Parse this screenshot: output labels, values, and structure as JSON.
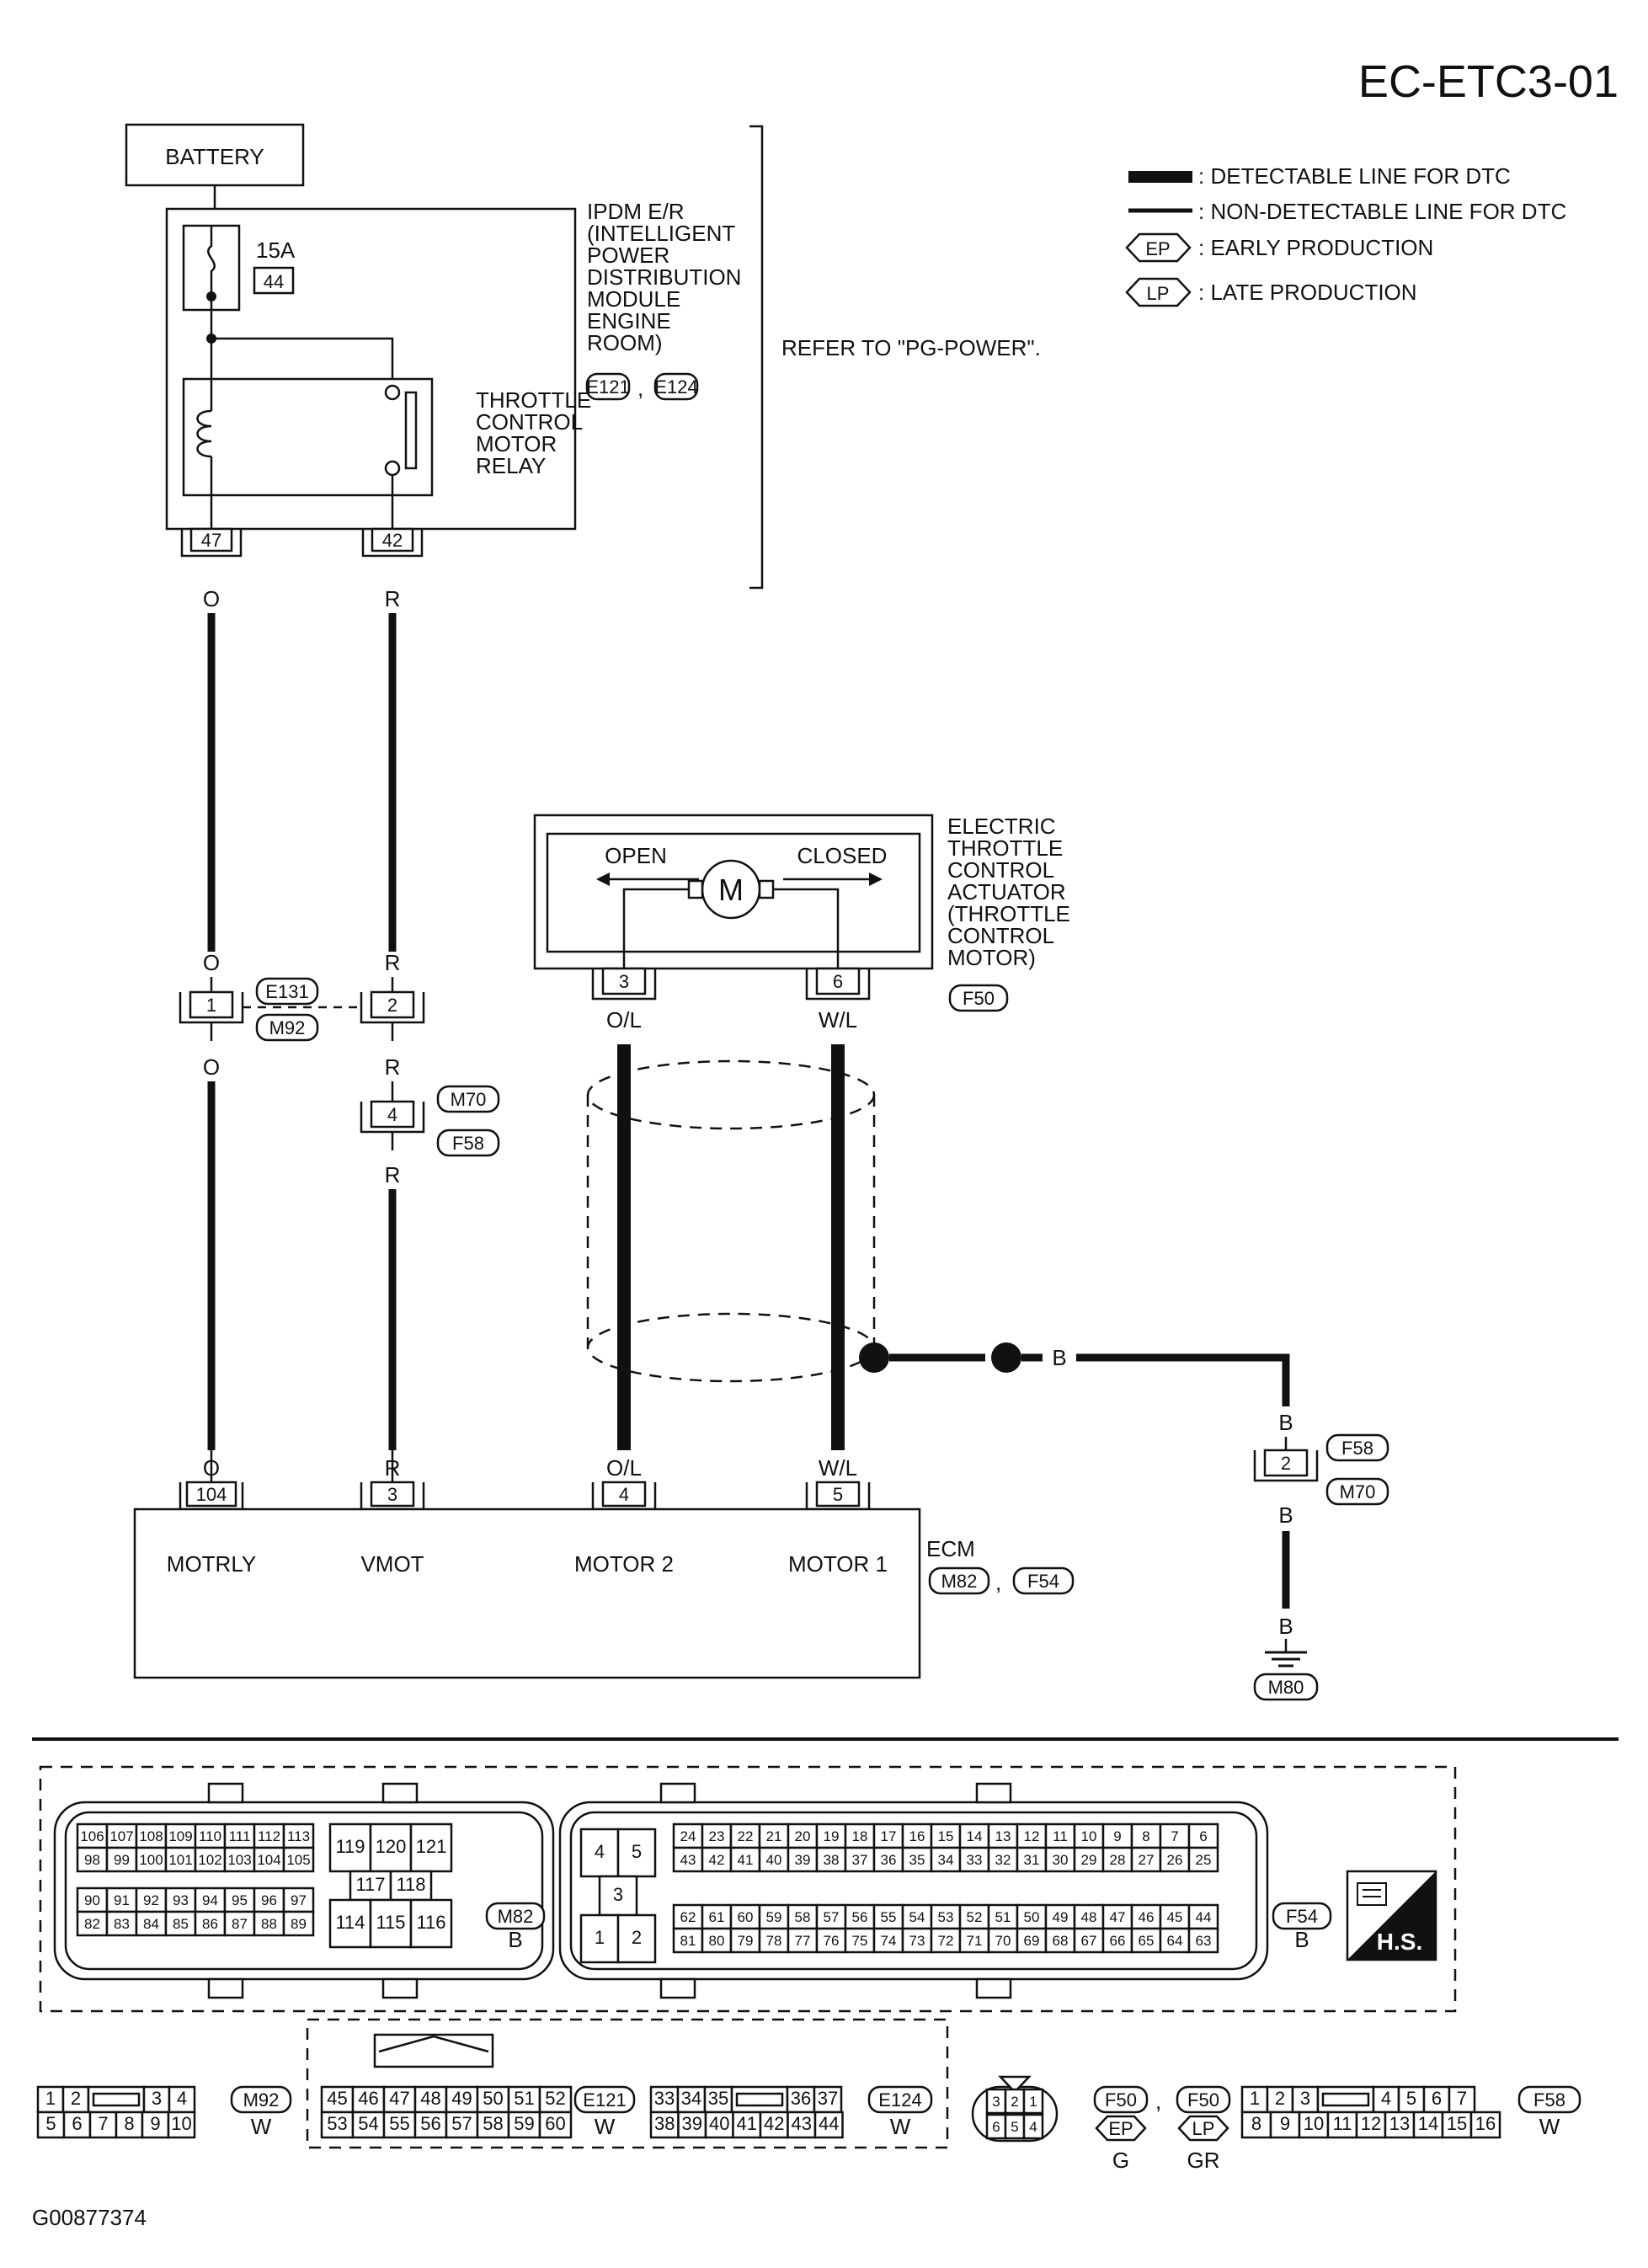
{
  "page_code": "EC-ETC3-01",
  "figure_id": "G00877374",
  "legend": [
    {
      "kind": "thick",
      "label": ": DETECTABLE LINE FOR DTC"
    },
    {
      "kind": "thin",
      "label": ": NON-DETECTABLE LINE FOR DTC"
    },
    {
      "kind": "EP",
      "label": ": EARLY PRODUCTION"
    },
    {
      "kind": "LP",
      "label": ": LATE PRODUCTION"
    }
  ],
  "battery": "BATTERY",
  "ipdm": {
    "fuse_rating": "15A",
    "fuse_number": "44",
    "name_lines": [
      "IPDM E/R",
      "(INTELLIGENT",
      "POWER",
      "DISTRIBUTION",
      "MODULE",
      "ENGINE",
      "ROOM)"
    ],
    "connectors": [
      "E121",
      "E124"
    ],
    "comma": ",",
    "relay_lines": [
      "THROTTLE",
      "CONTROL",
      "MOTOR",
      "RELAY"
    ],
    "pins": [
      "47",
      "42"
    ],
    "refer": "REFER TO \"PG-POWER\"."
  },
  "actuator": {
    "name_lines": [
      "ELECTRIC",
      "THROTTLE",
      "CONTROL",
      "ACTUATOR",
      "(THROTTLE",
      "CONTROL",
      "MOTOR)"
    ],
    "open": "OPEN",
    "closed": "CLOSED",
    "motor": "M",
    "connector": "F50",
    "pins": [
      "3",
      "6"
    ]
  },
  "wire_colors": {
    "o": "O",
    "r": "R",
    "ol": "O/L",
    "wl": "W/L",
    "b": "B"
  },
  "joint1": {
    "pins": [
      "1",
      "2"
    ],
    "connectors": [
      "E131",
      "M92"
    ]
  },
  "joint2": {
    "pin": "4",
    "connectors": [
      "M70",
      "F58"
    ]
  },
  "joint3": {
    "pin": "2",
    "connectors": [
      "F58",
      "M70"
    ]
  },
  "ground": "M80",
  "ecm": {
    "name": "ECM",
    "pins": [
      "104",
      "3",
      "4",
      "5"
    ],
    "pin_labels": [
      "MOTRLY",
      "VMOT",
      "MOTOR 2",
      "MOTOR 1"
    ],
    "connectors": [
      "M82",
      "F54"
    ],
    "comma": ","
  },
  "m82": {
    "label": "M82",
    "color": "B",
    "rows": [
      [
        "106",
        "107",
        "108",
        "109",
        "110",
        "111",
        "112",
        "113"
      ],
      [
        "98",
        "99",
        "100",
        "101",
        "102",
        "103",
        "104",
        "105"
      ],
      [
        "90",
        "91",
        "92",
        "93",
        "94",
        "95",
        "96",
        "97"
      ],
      [
        "82",
        "83",
        "84",
        "85",
        "86",
        "87",
        "88",
        "89"
      ]
    ],
    "mid": [
      [
        "119",
        "120",
        "121"
      ],
      [
        "117",
        "118"
      ],
      [
        "114",
        "115",
        "116"
      ]
    ]
  },
  "f54": {
    "label": "F54",
    "color": "B",
    "left": [
      [
        "4",
        "5"
      ],
      [
        "3"
      ],
      [
        "1",
        "2"
      ]
    ],
    "rows": [
      [
        "24",
        "23",
        "22",
        "21",
        "20",
        "19",
        "18",
        "17",
        "16",
        "15",
        "14",
        "13",
        "12",
        "11",
        "10",
        "9",
        "8",
        "7",
        "6"
      ],
      [
        "43",
        "42",
        "41",
        "40",
        "39",
        "38",
        "37",
        "36",
        "35",
        "34",
        "33",
        "32",
        "31",
        "30",
        "29",
        "28",
        "27",
        "26",
        "25"
      ],
      [
        "62",
        "61",
        "60",
        "59",
        "58",
        "57",
        "56",
        "55",
        "54",
        "53",
        "52",
        "51",
        "50",
        "49",
        "48",
        "47",
        "46",
        "45",
        "44"
      ],
      [
        "81",
        "80",
        "79",
        "78",
        "77",
        "76",
        "75",
        "74",
        "73",
        "72",
        "71",
        "70",
        "69",
        "68",
        "67",
        "66",
        "65",
        "64",
        "63"
      ]
    ]
  },
  "hs_badge": "H.S.",
  "m92": {
    "label": "M92",
    "color": "W",
    "top": [
      "1",
      "2",
      "",
      "3",
      "4"
    ],
    "bottom": [
      "5",
      "6",
      "7",
      "8",
      "9",
      "10"
    ]
  },
  "e121": {
    "label": "E121",
    "color": "W",
    "top": [
      "45",
      "46",
      "47",
      "48",
      "49",
      "50",
      "51",
      "52"
    ],
    "bottom": [
      "53",
      "54",
      "55",
      "56",
      "57",
      "58",
      "59",
      "60"
    ]
  },
  "e124": {
    "label": "E124",
    "color": "W",
    "top": [
      "33",
      "34",
      "35",
      "",
      "36",
      "37"
    ],
    "bottom": [
      "38",
      "39",
      "40",
      "41",
      "42",
      "43",
      "44"
    ]
  },
  "f50": {
    "top": [
      "3",
      "2",
      "1"
    ],
    "bottom": [
      "6",
      "5",
      "4"
    ],
    "labels": [
      "F50",
      "F50"
    ],
    "variants": [
      "EP",
      "LP"
    ],
    "colors": [
      "G",
      "GR"
    ],
    "comma": ","
  },
  "f58": {
    "label": "F58",
    "color": "W",
    "top": [
      "1",
      "2",
      "3",
      "",
      "4",
      "5",
      "6",
      "7"
    ],
    "bottom": [
      "8",
      "9",
      "10",
      "11",
      "12",
      "13",
      "14",
      "15",
      "16"
    ]
  }
}
